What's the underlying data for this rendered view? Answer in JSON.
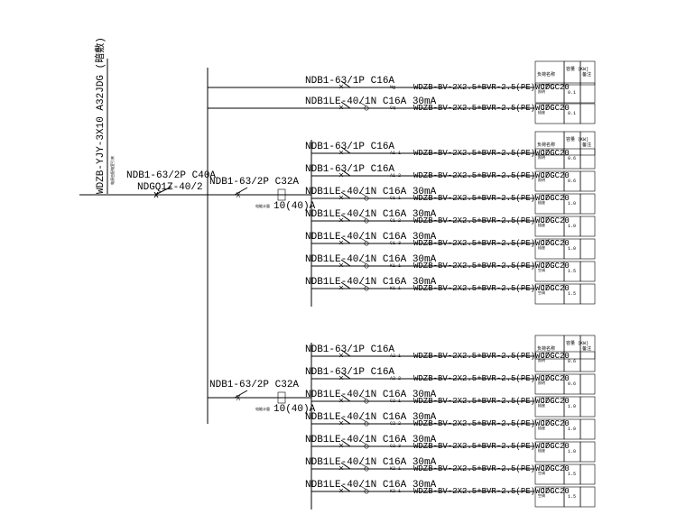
{
  "incoming": {
    "cable": "WDZB-YJY-3X10 A32JDG (暗敷)",
    "note": "电源由配电室引来",
    "breaker": "NDB1-63/2P C40A",
    "isolator": "NDGQ1Z-40/2"
  },
  "top_group": {
    "circuits": [
      {
        "breaker": "NDB1-63/1P C16A",
        "phase": "Ng",
        "cable": "WDZB-BV-2X2.5+BVR-2.5(PE) JDG 20",
        "lay": "WC/CC",
        "load": "照明",
        "power": "0.1"
      },
      {
        "breaker": "NDB1LE-40/1N C16A 30mA",
        "phase": "Cq",
        "cable": "WDZB-BV-2X2.5+BVR-2.5(PE) JDG 20",
        "lay": "WC/CC",
        "load": "插座",
        "power": "0.1"
      }
    ]
  },
  "groups": [
    {
      "feeder": "NDB1-63/2P C32A",
      "meter_note": "电能计量",
      "meter": "10(40)A",
      "circuits": [
        {
          "breaker": "NDB1-63/1P C16A",
          "phase": "A1-1",
          "cable": "WDZB-BV-2X2.5+BVR-2.5(PE) JDG 20",
          "lay": "WC/CC",
          "load": "照明",
          "power": "0.6"
        },
        {
          "breaker": "NDB1-63/1P C16A",
          "phase": "A1-2",
          "cable": "WDZB-BV-2X2.5+BVR-2.5(PE) JDG 20",
          "lay": "WC/CC",
          "load": "照明",
          "power": "0.6"
        },
        {
          "breaker": "NDB1LE-40/1N C16A 30mA",
          "phase": "C1-1",
          "cable": "WDZB-BV-2X2.5+BVR-2.5(PE) JDG 20",
          "lay": "WC/CC",
          "load": "插座",
          "power": "1.0"
        },
        {
          "breaker": "NDB1LE-40/1N C16A 30mA",
          "phase": "C1-2",
          "cable": "WDZB-BV-2X2.5+BVR-2.5(PE) JDG 20",
          "lay": "WC/CC",
          "load": "插座",
          "power": "1.0"
        },
        {
          "breaker": "NDB1LE-40/1N C16A 30mA",
          "phase": "C1-3",
          "cable": "WDZB-BV-2X2.5+BVR-2.5(PE) JDG 20",
          "lay": "WC/CC",
          "load": "插座",
          "power": "1.0"
        },
        {
          "breaker": "NDB1LE-40/1N C16A 30mA",
          "phase": "K1-1",
          "cable": "WDZB-BV-2X2.5+BVR-2.5(PE) JDG 20",
          "lay": "WC/CC",
          "load": "空调",
          "power": "1.5"
        },
        {
          "breaker": "NDB1LE-40/1N C16A 30mA",
          "phase": "K1-1",
          "cable": "WDZB-BV-2X2.5+BVR-2.5(PE) JDG 20",
          "lay": "WC/CC",
          "load": "空调",
          "power": "1.5"
        }
      ]
    },
    {
      "feeder": "NDB1-63/2P C32A",
      "meter_note": "电能计量",
      "meter": "10(40)A",
      "circuits": [
        {
          "breaker": "NDB1-63/1P C16A",
          "phase": "A2-1",
          "cable": "WDZB-BV-2X2.5+BVR-2.5(PE) JDG 20",
          "lay": "WC/CC",
          "load": "照明",
          "power": "0.6"
        },
        {
          "breaker": "NDB1-63/1P C16A",
          "phase": "A2-2",
          "cable": "WDZB-BV-2X2.5+BVR-2.5(PE) JDG 20",
          "lay": "WC/CC",
          "load": "照明",
          "power": "0.6"
        },
        {
          "breaker": "NDB1LE-40/1N C16A 30mA",
          "phase": "C2-1",
          "cable": "WDZB-BV-2X2.5+BVR-2.5(PE) JDG 20",
          "lay": "WC/CC",
          "load": "插座",
          "power": "1.0"
        },
        {
          "breaker": "NDB1LE-40/1N C16A 30mA",
          "phase": "C2-2",
          "cable": "WDZB-BV-2X2.5+BVR-2.5(PE) JDG 20",
          "lay": "WC/CC",
          "load": "插座",
          "power": "1.0"
        },
        {
          "breaker": "NDB1LE-40/1N C16A 30mA",
          "phase": "C2-3",
          "cable": "WDZB-BV-2X2.5+BVR-2.5(PE) JDG 20",
          "lay": "WC/CC",
          "load": "插座",
          "power": "1.0"
        },
        {
          "breaker": "NDB1LE-40/1N C16A 30mA",
          "phase": "K2-1",
          "cable": "WDZB-BV-2X2.5+BVR-2.5(PE) JDG 20",
          "lay": "WC/CC",
          "load": "空调",
          "power": "1.5"
        },
        {
          "breaker": "NDB1LE-40/1N C16A 30mA",
          "phase": "K2-1",
          "cable": "WDZB-BV-2X2.5+BVR-2.5(PE) JDG 20",
          "lay": "WC/CC",
          "load": "空调",
          "power": "1.5"
        }
      ]
    }
  ],
  "table_header": {
    "usage": "负荷名称",
    "power": "容量 (KW)",
    "remark": "备注"
  }
}
